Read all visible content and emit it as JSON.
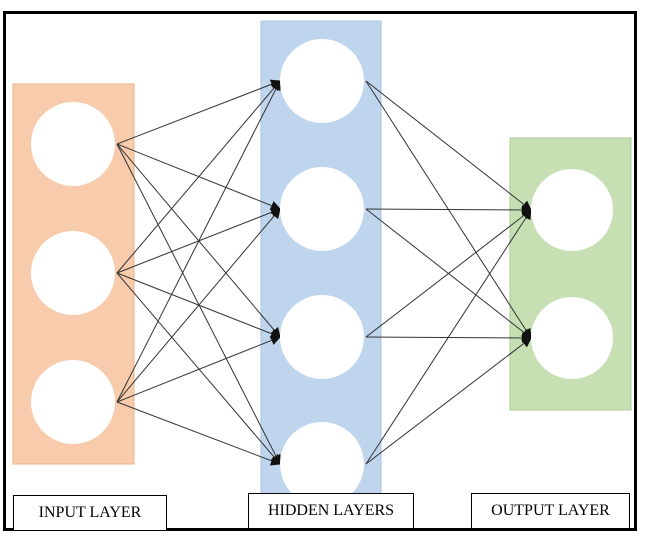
{
  "labels": {
    "input": "INPUT LAYER",
    "hidden": "HIDDEN LAYERS",
    "output": "OUTPUT LAYER"
  },
  "colors": {
    "input_band": "#f7cbab",
    "hidden_band": "#bfd5ee",
    "output_band": "#c6e0b4",
    "node_fill": "#ffffff",
    "edge": "#333333",
    "frame": "#000000"
  },
  "network": {
    "input_nodes": 3,
    "hidden_nodes": 4,
    "output_nodes": 2,
    "fully_connected": true,
    "arrowheads": "on-target-node"
  }
}
